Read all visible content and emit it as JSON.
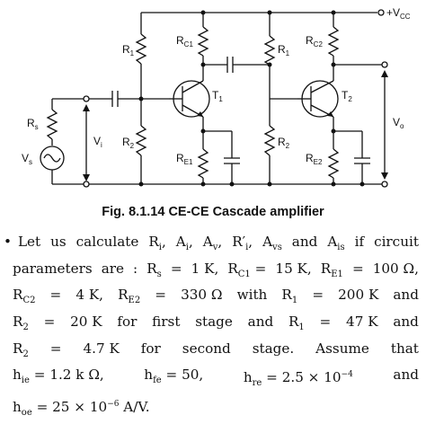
{
  "figure": {
    "labels": {
      "vcc": "+V",
      "vcc_sub": "CC",
      "r1_left": "R",
      "r1_left_sub": "1",
      "r2_left": "R",
      "r2_left_sub": "2",
      "rc1": "R",
      "rc1_sub": "C1",
      "re1": "R",
      "re1_sub": "E1",
      "t1": "T",
      "t1_sub": "1",
      "r1_right": "R",
      "r1_right_sub": "1",
      "r2_right": "R",
      "r2_right_sub": "2",
      "rc2": "R",
      "rc2_sub": "C2",
      "re2": "R",
      "re2_sub": "E2",
      "t2": "T",
      "t2_sub": "2",
      "rs": "R",
      "rs_sub": "s",
      "vs": "V",
      "vs_sub": "s",
      "vi": "V",
      "vi_sub": "i",
      "vo": "V",
      "vo_sub": "o"
    },
    "caption": "Fig. 8.1.14 CE-CE Cascade amplifier"
  },
  "paragraph": {
    "lines": [
      [
        "•",
        "Let",
        "us",
        "calculate",
        "R",
        "i",
        ",",
        "A",
        "i",
        ",",
        "A",
        "v",
        ",",
        "R′",
        "i",
        ",",
        "A",
        "vs",
        "and",
        "A",
        "is",
        "if",
        "circuit"
      ],
      [
        "parameters are : R_s = 1 K, R_C1 = 15 K, R_E1 = 100 Ω,"
      ],
      [
        "R_C2 = 4 K, R_E2 = 330 Ω with R_1 = 200 K and"
      ],
      [
        "R_2 = 20 K for first stage and R_1 = 47 K and"
      ],
      [
        "R_2 = 4.7 K for second stage. Assume that"
      ],
      [
        "h_ie = 1.2 kΩ, h_fe = 50, h_re = 2.5 × 10^-4 and"
      ],
      [
        "h_oe = 25 × 10^-6 A/V."
      ]
    ],
    "text": {
      "l1": [
        "Let",
        "us",
        "calculate",
        "if",
        "circuit",
        "and"
      ],
      "tokens": {
        "Ri": "R",
        "Ri_sub": "i",
        "Ai": "A",
        "Ai_sub": "i",
        "Av": "A",
        "Av_sub": "v",
        "Rpi": "R′",
        "Rpi_sub": "i",
        "Avs": "A",
        "Avs_sub": "vs",
        "Ais": "A",
        "Ais_sub": "is",
        "params": "parameters",
        "are": "are",
        "colon": ":",
        "Rs": "R",
        "Rs_sub": "s",
        "eq": "=",
        "Rs_val": "1 K,",
        "Rc1": "R",
        "Rc1_sub": "C1",
        "Rc1_val": "15 K,",
        "Re1": "R",
        "Re1_sub": "E1",
        "Re1_val": "100 Ω,",
        "Rc2": "R",
        "Rc2_sub": "C2",
        "Rc2_val": "4 K,",
        "Re2": "R",
        "Re2_sub": "E2",
        "Re2_val": "330 Ω",
        "with": "with",
        "R1a": "R",
        "R1a_sub": "1",
        "R1a_val": "200 K",
        "and": "and",
        "R2a": "R",
        "R2a_sub": "2",
        "R2a_val": "20 K",
        "for": "for",
        "first": "first",
        "stage": "stage",
        "R1b": "R",
        "R1b_sub": "1",
        "R1b_val": "47 K",
        "R2b": "R",
        "R2b_sub": "2",
        "R2b_val": "4.7 K",
        "second": "second",
        "stage2": "stage.",
        "assume": "Assume",
        "that": "that",
        "hie": "h",
        "hie_sub": "ie",
        "hie_val": "1.2 k Ω,",
        "hfe": "h",
        "hfe_sub": "fe",
        "hfe_val": "50,",
        "hre": "h",
        "hre_sub": "re",
        "hre_val": "2.5 × 10",
        "hre_exp": "−4",
        "hoe": "h",
        "hoe_sub": "oe",
        "hoe_val": "25 × 10",
        "hoe_exp": "−6",
        "hoe_unit": "A/V."
      }
    }
  }
}
